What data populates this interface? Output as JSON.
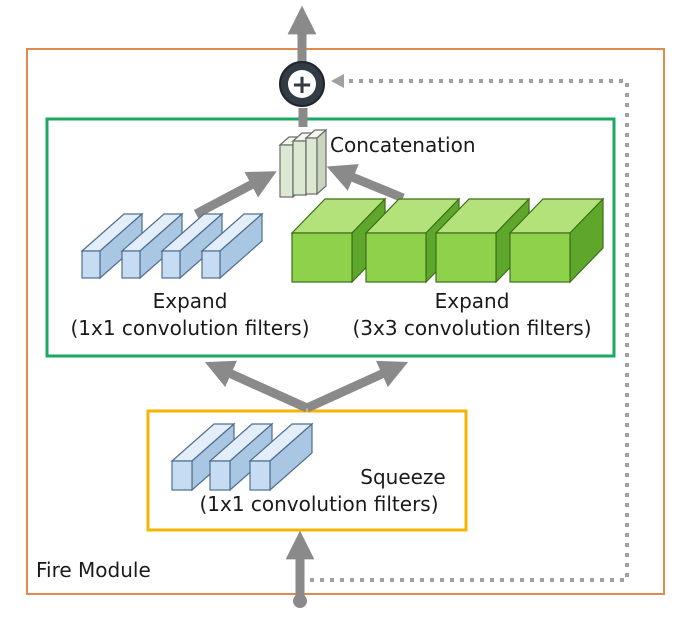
{
  "module_label": "Fire Module",
  "squeeze": {
    "title": "Squeeze",
    "subtitle": "(1x1 convolution filters)"
  },
  "expand_1x1": {
    "title": "Expand",
    "subtitle": "(1x1 convolution filters)"
  },
  "expand_3x3": {
    "title": "Expand",
    "subtitle": "(3x3 convolution filters)"
  },
  "concat_label": "Concatenation",
  "add_symbol": "+",
  "colors": {
    "module_border": "#e08a4e",
    "expand_border": "#1aa862",
    "squeeze_border": "#f4b400",
    "arrow": "#8a8a8a",
    "filter_1x1": "#c5dcf2",
    "filter_3x3": "#8ed14a",
    "concat": "#dde8d3",
    "add_node": "#333b44"
  }
}
